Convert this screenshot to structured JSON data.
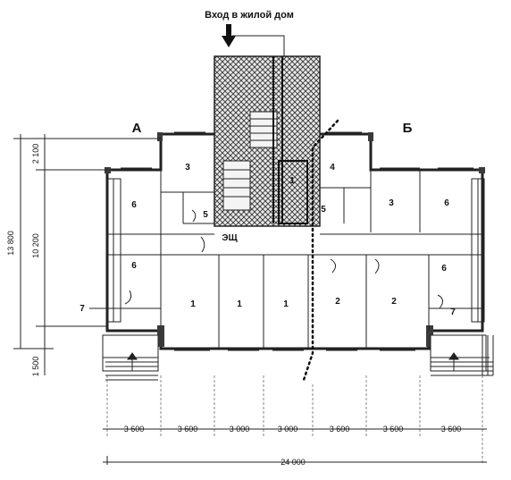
{
  "entrance_label": "Вход в жилой дом",
  "sections": {
    "left": "А",
    "right": "Б"
  },
  "corridor_label": "ЭЩ",
  "rooms": {
    "r3_left": "3",
    "r4": "4",
    "r6_tl": "6",
    "r5_left": "5",
    "r1_stair": "1",
    "r5_right": "5",
    "r3_right": "3",
    "r6_tr": "6",
    "r6_ml": "6",
    "r6_mr": "6",
    "r7_left": "7",
    "r7_right": "7",
    "r1_a": "1",
    "r1_b": "1",
    "r1_c": "1",
    "r2_a": "2",
    "r2_b": "2"
  },
  "dimensions": {
    "bottom": [
      "3 600",
      "3 600",
      "3 000",
      "3 000",
      "3 600",
      "3 600",
      "3 600"
    ],
    "total": "24 000",
    "left_overall": "13 800",
    "left_parts": [
      "2 100",
      "10 200",
      "1 500"
    ]
  }
}
